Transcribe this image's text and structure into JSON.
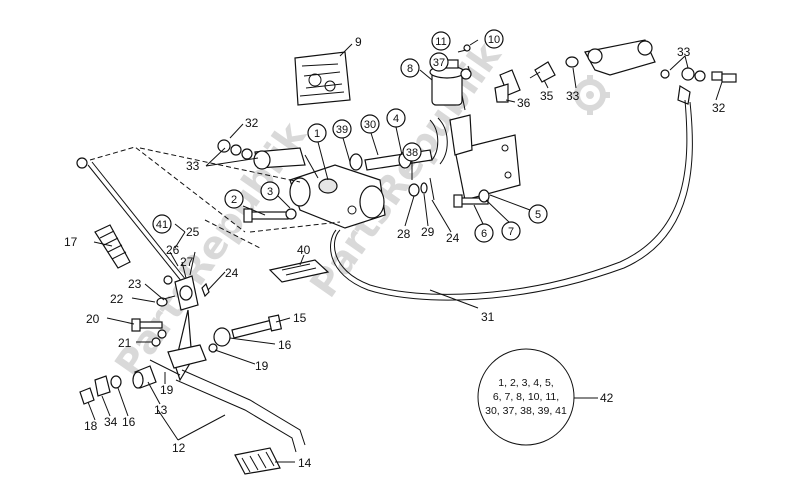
{
  "watermark": "PartsRepublik",
  "callouts_plain": [
    {
      "id": "9"
    },
    {
      "id": "32a",
      "text": "32"
    },
    {
      "id": "33a",
      "text": "33"
    },
    {
      "id": "17"
    },
    {
      "id": "25"
    },
    {
      "id": "26"
    },
    {
      "id": "27"
    },
    {
      "id": "23"
    },
    {
      "id": "24a",
      "text": "24"
    },
    {
      "id": "22"
    },
    {
      "id": "20"
    },
    {
      "id": "21"
    },
    {
      "id": "15"
    },
    {
      "id": "16a",
      "text": "16"
    },
    {
      "id": "19a",
      "text": "19"
    },
    {
      "id": "19b",
      "text": "19"
    },
    {
      "id": "13"
    },
    {
      "id": "18"
    },
    {
      "id": "34"
    },
    {
      "id": "16b",
      "text": "16"
    },
    {
      "id": "12"
    },
    {
      "id": "14"
    },
    {
      "id": "40"
    },
    {
      "id": "31"
    },
    {
      "id": "28"
    },
    {
      "id": "29"
    },
    {
      "id": "24b",
      "text": "24"
    },
    {
      "id": "36"
    },
    {
      "id": "35"
    },
    {
      "id": "33b",
      "text": "33"
    },
    {
      "id": "33c",
      "text": "33"
    },
    {
      "id": "32b",
      "text": "32"
    },
    {
      "id": "42"
    }
  ],
  "labels": {
    "n9": "9",
    "n32a": "32",
    "n33a": "33",
    "n17": "17",
    "n25": "25",
    "n26": "26",
    "n27": "27",
    "n23": "23",
    "n24a": "24",
    "n22": "22",
    "n20": "20",
    "n21": "21",
    "n15": "15",
    "n16a": "16",
    "n19a": "19",
    "n19b": "19",
    "n13": "13",
    "n18": "18",
    "n34": "34",
    "n16b": "16",
    "n12": "12",
    "n14": "14",
    "n40": "40",
    "n31": "31",
    "n28": "28",
    "n29": "29",
    "n24b": "24",
    "n36": "36",
    "n35": "35",
    "n33b": "33",
    "n33c": "33",
    "n32b": "32",
    "n42": "42"
  },
  "circled": {
    "c1": "1",
    "c2": "2",
    "c3": "3",
    "c4": "4",
    "c5": "5",
    "c6": "6",
    "c7": "7",
    "c8": "8",
    "c10": "10",
    "c11": "11",
    "c30": "30",
    "c37": "37",
    "c38": "38",
    "c39": "39",
    "c41": "41"
  },
  "kit_note": {
    "line1": "1, 2, 3, 4, 5,",
    "line2": "6, 7, 8, 10, 11,",
    "line3": "30, 37, 38, 39, 41"
  }
}
